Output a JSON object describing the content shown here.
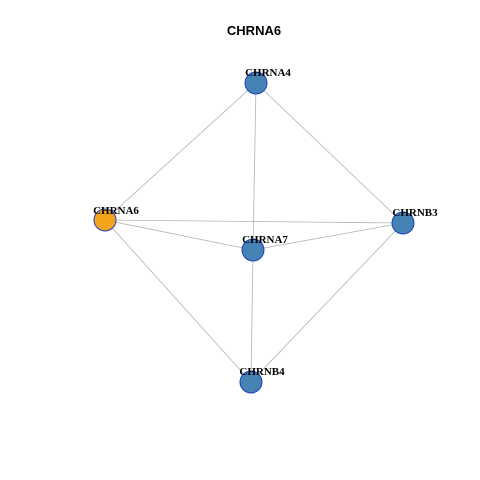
{
  "graph": {
    "title": "CHRNA6",
    "colors": {
      "highlight_node": "#f5a31a",
      "default_node": "#4682b4",
      "node_border": "#1f3fbf",
      "edge": "#b3b3b3"
    },
    "nodes": [
      {
        "id": "CHRNA4",
        "label": "CHRNA4",
        "highlight": false
      },
      {
        "id": "CHRNA6",
        "label": "CHRNA6",
        "highlight": true
      },
      {
        "id": "CHRNB3",
        "label": "CHRNB3",
        "highlight": false
      },
      {
        "id": "CHRNA7",
        "label": "CHRNA7",
        "highlight": false
      },
      {
        "id": "CHRNB4",
        "label": "CHRNB4",
        "highlight": false
      }
    ],
    "edges": [
      [
        "CHRNA4",
        "CHRNA6"
      ],
      [
        "CHRNA4",
        "CHRNB3"
      ],
      [
        "CHRNA4",
        "CHRNA7"
      ],
      [
        "CHRNA6",
        "CHRNB3"
      ],
      [
        "CHRNA6",
        "CHRNA7"
      ],
      [
        "CHRNA6",
        "CHRNB4"
      ],
      [
        "CHRNA7",
        "CHRNB3"
      ],
      [
        "CHRNA7",
        "CHRNB4"
      ],
      [
        "CHRNB3",
        "CHRNB4"
      ]
    ]
  }
}
